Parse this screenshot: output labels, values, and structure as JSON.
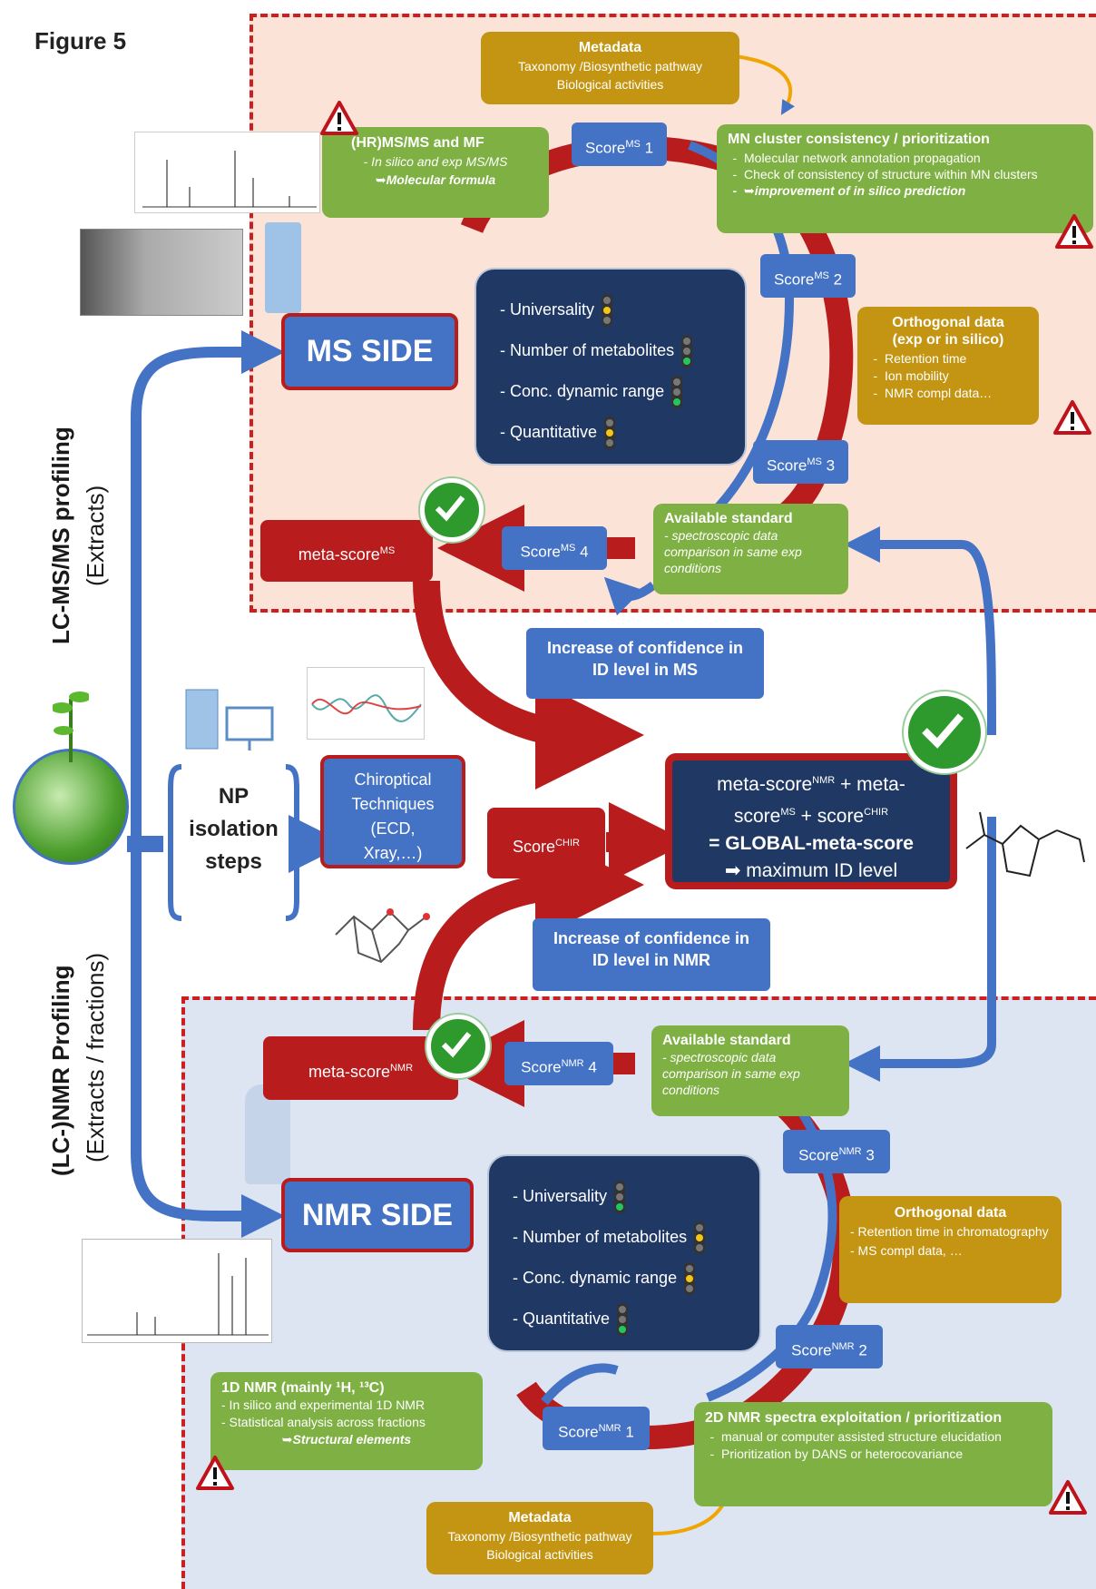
{
  "figure_label": "Figure 5",
  "left_labels": {
    "ms_bold": "LC-MS/MS profiling",
    "ms_sub": "(Extracts)",
    "nmr_bold": "(LC-)NMR Profiling",
    "nmr_sub": "(Extracts / fractions)"
  },
  "ms": {
    "metadata": {
      "title": "Metadata",
      "lines": [
        "Taxonomy /Biosynthetic pathway",
        "Biological activities"
      ]
    },
    "hrms": {
      "title": "(HR)MS/MS  and MF",
      "line1": "- In silico and exp MS/MS",
      "line2": "➥Molecular formula"
    },
    "mn": {
      "title": "MN cluster consistency / prioritization",
      "items": [
        "Molecular network annotation propagation",
        "Check of consistency of structure within MN clusters",
        "➥improvement of in silico prediction"
      ]
    },
    "orthogonal": {
      "title": "Orthogonal  data",
      "title2": "(exp or  in silico)",
      "items": [
        "Retention time",
        "Ion mobility",
        "NMR compl data…"
      ]
    },
    "standard": {
      "title": "Available standard",
      "text": "- spectroscopic data comparison in same exp conditions"
    },
    "side_label": "MS SIDE",
    "criteria": [
      {
        "label": "- Universality",
        "light": "yellow"
      },
      {
        "label": "- Number  of metabolites",
        "light": "green"
      },
      {
        "label": "- Conc. dynamic range",
        "light": "green"
      },
      {
        "label": "- Quantitative",
        "light": "yellow"
      }
    ],
    "scores": {
      "s1": "Score",
      "s1n": " 1",
      "s2": "Score",
      "s2n": " 2",
      "s3": "Score",
      "s3n": " 3",
      "s4": "Score",
      "s4n": " 4",
      "sup": "MS"
    },
    "meta_score": "meta-score",
    "meta_sup": "MS",
    "confidence": "Increase of confidence in ID level in MS"
  },
  "center": {
    "np": [
      "NP",
      "isolation",
      "steps"
    ],
    "chiro": "Chiroptical Techniques (ECD, Xray,…)",
    "score_chir": "Score",
    "score_chir_sup": "CHIR",
    "global_line1a": "meta-score",
    "global_sup_nmr": "NMR",
    "global_line1b": " + meta-",
    "global_line2a": "score",
    "global_sup_ms": "MS",
    "global_line2b": " + score",
    "global_sup_chir": "CHIR",
    "global_line3": "= GLOBAL-meta-score",
    "global_line4": "➡ maximum ID level"
  },
  "nmr": {
    "confidence": "Increase of confidence in ID level in NMR",
    "standard": {
      "title": "Available standard",
      "text": "- spectroscopic data comparison in same exp conditions"
    },
    "meta_score": "meta-score",
    "meta_sup": "NMR",
    "side_label": "NMR SIDE",
    "criteria": [
      {
        "label": "- Universality",
        "light": "green"
      },
      {
        "label": "- Number  of metabolites",
        "light": "yellow"
      },
      {
        "label": "- Conc. dynamic range",
        "light": "yellow"
      },
      {
        "label": "- Quantitative",
        "light": "green"
      }
    ],
    "orthogonal": {
      "title": "Orthogonal  data",
      "items": [
        "- Retention time in chromatography",
        "- MS compl data, …"
      ]
    },
    "oned": {
      "title": "1D NMR (mainly ¹H, ¹³C)",
      "items": [
        "- In silico and experimental  1D NMR",
        "- Statistical analysis across fractions"
      ],
      "result": "➥Structural elements"
    },
    "twod": {
      "title": "2D NMR spectra exploitation  / prioritization",
      "items": [
        "manual or computer assisted structure elucidation",
        "Prioritization by DANS or heterocovariance"
      ]
    },
    "metadata": {
      "title": "Metadata",
      "lines": [
        "Taxonomy /Biosynthetic pathway",
        "Biological activities"
      ]
    },
    "scores": {
      "s": "Score",
      "sup": "NMR",
      "n1": " 1",
      "n2": " 2",
      "n3": " 3",
      "n4": " 4"
    }
  },
  "colors": {
    "red": "#b81c1c",
    "blue": "#4472c4",
    "green": "#7fb043",
    "gold": "#c39512",
    "navy": "#203864"
  }
}
